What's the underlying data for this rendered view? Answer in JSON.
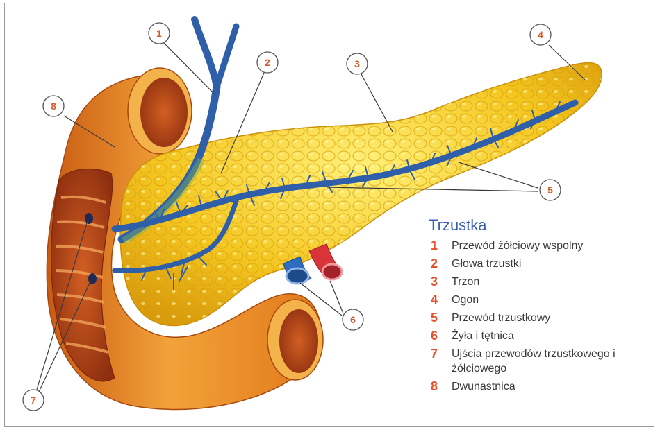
{
  "legend": {
    "title": "Trzustka",
    "items": [
      {
        "num": "1",
        "text": "Przewód żółciowy wspolny"
      },
      {
        "num": "2",
        "text": "Głowa trzustki"
      },
      {
        "num": "3",
        "text": "Trzon"
      },
      {
        "num": "4",
        "text": "Ogon"
      },
      {
        "num": "5",
        "text": "Przewód trzustkowy"
      },
      {
        "num": "6",
        "text": "Żyła i tętnica"
      },
      {
        "num": "7",
        "text": "Ujścia przewodów trzustkowego i żółciowego"
      },
      {
        "num": "8",
        "text": "Dwunastnica"
      }
    ]
  },
  "callouts": [
    "1",
    "2",
    "3",
    "4",
    "5",
    "6",
    "7",
    "8"
  ],
  "colors": {
    "pancreas": "#f2c21a",
    "pancreas_highlight": "#fbe36a",
    "duodenum": "#ec8a1f",
    "duodenum_inner": "#b8451a",
    "duct": "#2f5fa8",
    "vein": "#2d6cc0",
    "artery": "#d9343a",
    "legend_title": "#3b5fb3",
    "legend_number": "#e7502b"
  }
}
